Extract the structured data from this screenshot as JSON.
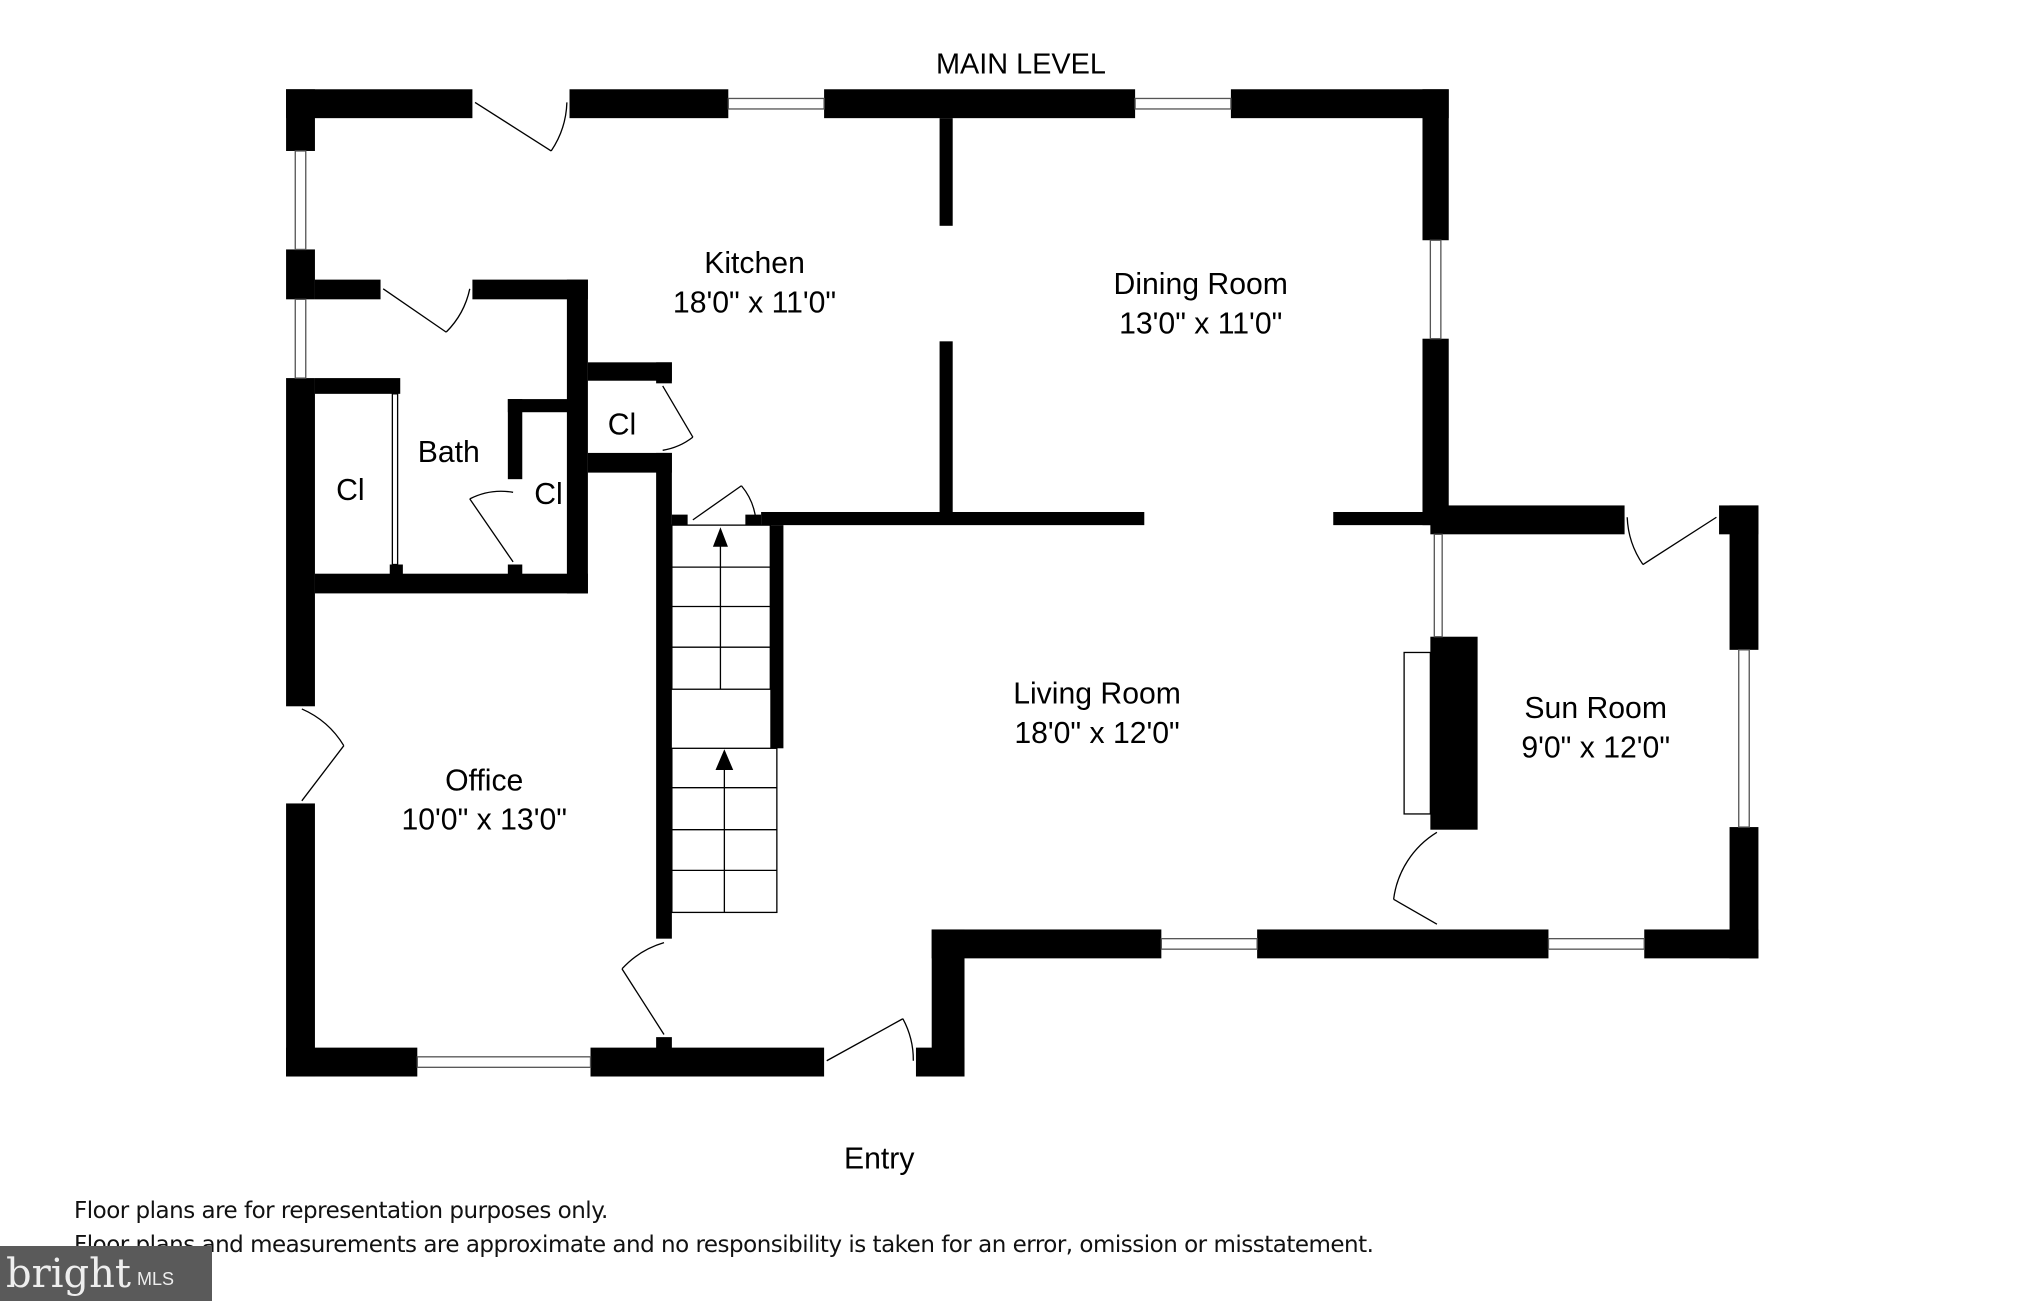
{
  "title": "MAIN LEVEL",
  "rooms": [
    {
      "name": "Kitchen",
      "size": "18'0\" x 11'0\""
    },
    {
      "name": "Dining Room",
      "size": "13'0\" x 11'0\""
    },
    {
      "name": "Living Room",
      "size": "18'0\" x 12'0\""
    },
    {
      "name": "Sun Room",
      "size": "9'0\" x 12'0\""
    },
    {
      "name": "Office",
      "size": "10'0\" x 13'0\""
    },
    {
      "name": "Bath"
    }
  ],
  "closets": [
    "Cl",
    "Cl",
    "Cl"
  ],
  "entry_label": "Entry",
  "disclaimer": [
    "Floor plans are for representation purposes only.",
    "Floor plans and measurements are approximate and no responsibility is taken for an error, omission or misstatement."
  ],
  "logo": {
    "brand": "bright",
    "suffix": "MLS"
  },
  "colors": {
    "wall": "#000000",
    "logo_bg": "#5a5a5a",
    "logo_accent": "#e0502a"
  }
}
